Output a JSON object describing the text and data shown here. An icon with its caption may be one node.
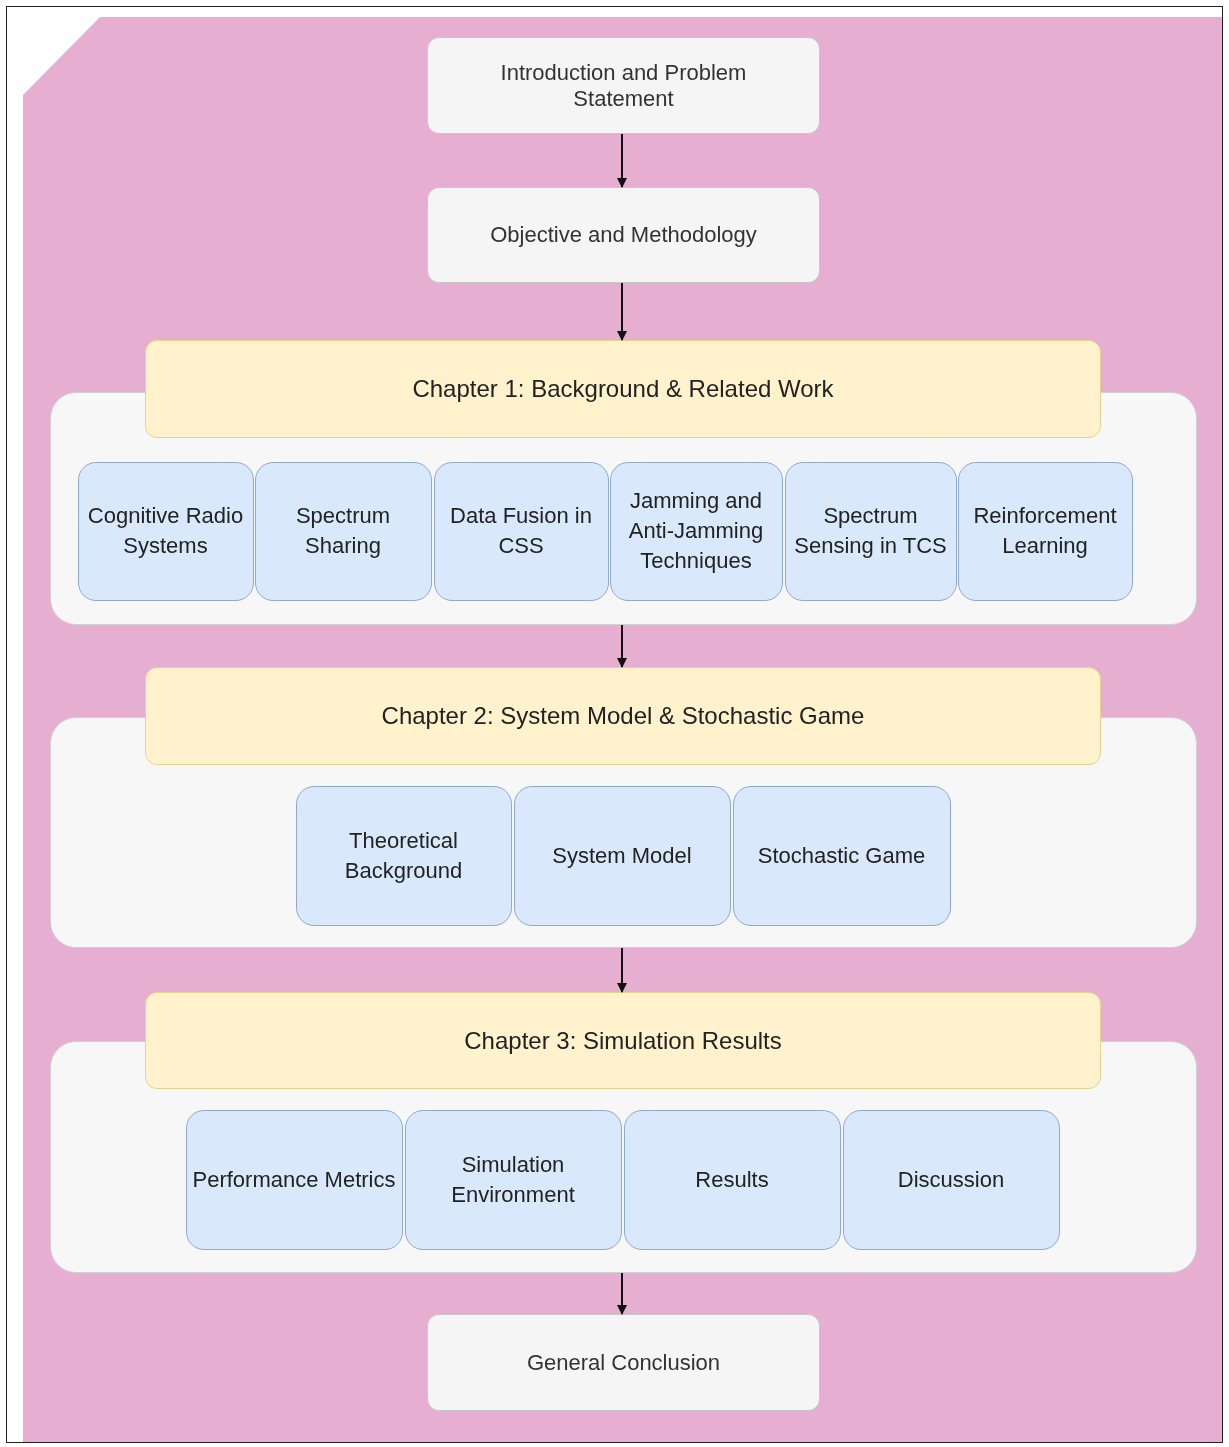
{
  "diagram": {
    "nodes": [
      {
        "text": [
          "Introduction and Problem Statement"
        ]
      },
      {
        "text": [
          "Objective and Methodology"
        ]
      },
      {
        "text": [
          "Chapter 1: Background & Related Work"
        ]
      },
      {
        "text": [],
        "shape": "box"
      },
      {
        "text": [
          "Cognitive Radio Systems"
        ],
        "in": 3
      },
      {
        "text": [
          "Spectrum Sharing"
        ],
        "in": 3
      },
      {
        "text": [
          "Data Fusion in CSS"
        ],
        "in": 3
      },
      {
        "text": [
          "Jamming and Anti-Jamming Techniques"
        ],
        "in": 3
      },
      {
        "text": [
          "Spectrum Sensing in TCS"
        ],
        "in": 3
      },
      {
        "text": [
          "Reinforcement Learning"
        ],
        "in": 3
      },
      {
        "text": [
          "Chapter 2: System Model & Stochastic Game"
        ]
      },
      {
        "text": [],
        "shape": "box"
      },
      {
        "text": [
          "Theoretical Background"
        ],
        "in": 11
      },
      {
        "text": [
          "System Model"
        ],
        "in": 11
      },
      {
        "text": [
          "Stochastic Game"
        ],
        "in": 11
      },
      {
        "text": [
          "Chapter 3: Simulation Results"
        ]
      },
      {
        "text": [],
        "shape": "box"
      },
      {
        "text": [
          "Performance Metrics"
        ],
        "in": 16
      },
      {
        "text": [
          "Simulation Environment"
        ],
        "in": 16
      },
      {
        "text": [
          "Results"
        ],
        "in": 16
      },
      {
        "text": [
          "Discussion"
        ],
        "in": 16
      },
      {
        "text": [
          "General Conclusion"
        ]
      }
    ],
    "edges": [
      {
        "from": 0,
        "to": 1,
        "arrow": "to"
      },
      {
        "from": 1,
        "to": 2,
        "arrow": "to"
      },
      {
        "from": 3,
        "to": 10,
        "arrow": "to"
      },
      {
        "from": 11,
        "to": 15,
        "arrow": "to"
      },
      {
        "from": 16,
        "to": 21,
        "arrow": "to"
      }
    ]
  }
}
